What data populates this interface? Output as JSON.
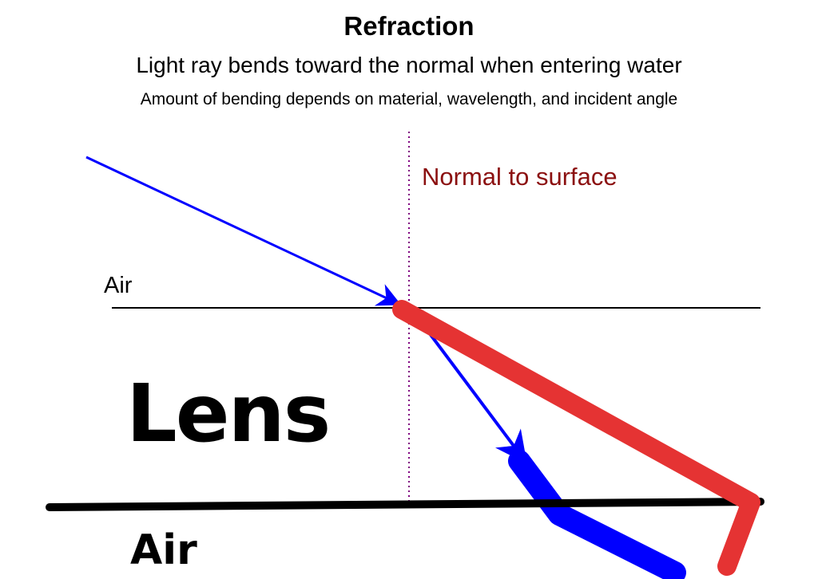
{
  "title": "Refraction",
  "subtitle": "Light ray bends toward the normal when entering water",
  "note": "Amount of bending depends on material, wavelength, and incident angle",
  "labels": {
    "normal": "Normal to surface",
    "air_top": "Air",
    "lens": "Lens",
    "air_bottom": "Air"
  },
  "colors": {
    "ray": "#0000ff",
    "annotation": "#e53333",
    "normal_line": "#800080",
    "normal_text": "#8b1010"
  }
}
